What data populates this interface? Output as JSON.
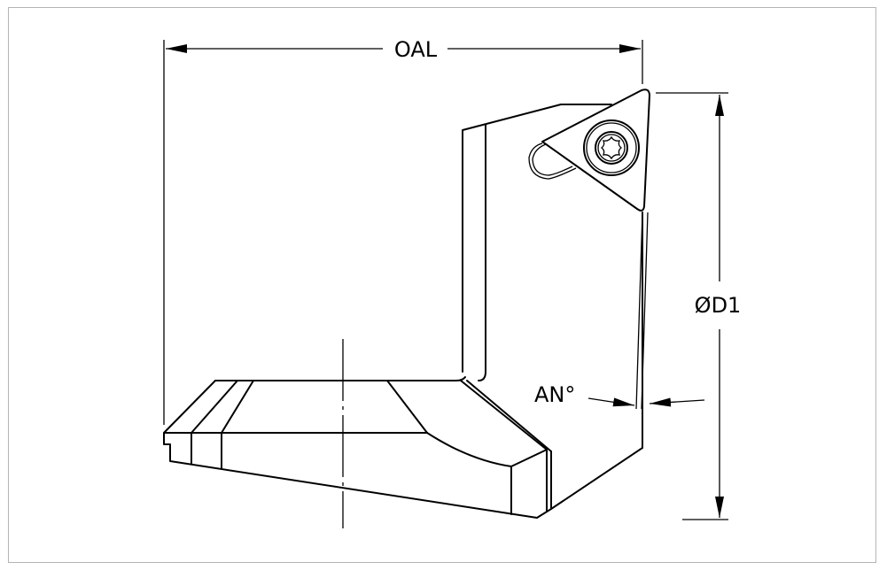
{
  "drawing": {
    "dimensions": {
      "overall_length": "OAL",
      "diameter": "ØD1",
      "angle": "AN°"
    },
    "colors": {
      "line": "#000000",
      "frame": "#b4b4b4",
      "background": "#ffffff"
    }
  }
}
